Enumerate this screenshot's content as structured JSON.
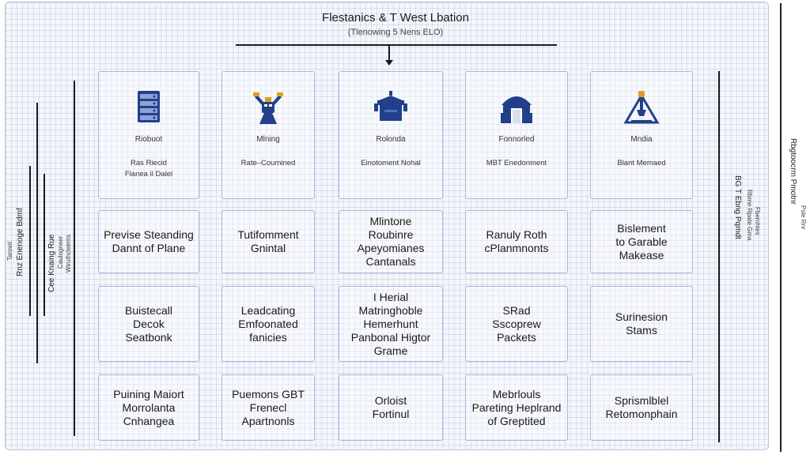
{
  "header": {
    "title": "Flestanics & T West Lbation",
    "subtitle": "(Tlenowing 5 Nens ELO)"
  },
  "columns": [
    {
      "icon": "server-rack-icon",
      "label": "Riobuot",
      "desc_lines": [
        "Ras Riecid",
        "Flanea il Dalel"
      ],
      "rows": [
        [
          "Previse Steanding",
          "Dannt of Plane"
        ],
        [
          "Buistecall",
          "Decok",
          "Seatbonk"
        ],
        [
          "Puining Maiort",
          "Morrolanta",
          "Cnhangea"
        ]
      ]
    },
    {
      "icon": "mining-robot-icon",
      "label": "Mlning",
      "desc_lines": [
        "Rate–Coumined"
      ],
      "rows": [
        [
          "Tutifomment",
          "Gnintal"
        ],
        [
          "Leadcating",
          "Emfoonated",
          "fanicies"
        ],
        [
          "Puemons GBT",
          "Frenecl",
          "Apartnonls"
        ]
      ]
    },
    {
      "icon": "robot-head-icon",
      "label": "Rolonda",
      "desc_lines": [
        "Einotoment Nohal"
      ],
      "rows": [
        [
          "Mlintone",
          "Roubinre",
          "Apeyomianes",
          "Cantanals"
        ],
        [
          "I Herial",
          "Matringhoble",
          "Hemerhunt",
          "Panbonal Higtor",
          "Grame"
        ],
        [
          "Orloist",
          "Fortinul"
        ]
      ]
    },
    {
      "icon": "house-icon",
      "label": "Fonnorled",
      "desc_lines": [
        "MBT Enedonment"
      ],
      "rows": [
        [
          "Ranuly Roth",
          "cPlanmnonts"
        ],
        [
          "SRad",
          "Sscoprew",
          "Packets"
        ],
        [
          "Mebrlouls",
          "Pareting Heplrand",
          "of Greptited"
        ]
      ]
    },
    {
      "icon": "warning-probe-icon",
      "label": "Mndia",
      "desc_lines": [
        "Blant Memaed"
      ],
      "rows": [
        [
          "Bislement",
          "to Garable",
          "Makease"
        ],
        [
          "Surinesion",
          "Stams"
        ],
        [
          "Sprismlblel",
          "Retomonphain"
        ]
      ]
    }
  ],
  "left_side": {
    "outer": [
      "Tarovd",
      "Rnz Enenoge Bdmf"
    ],
    "inner": [
      "Cee Knaing Rue",
      "Caulogneer",
      "Wiruthcleimts"
    ]
  },
  "right_side": {
    "inner": [
      "BG T Ebng Pqmdt",
      "Rbme Rpate Gma",
      "Fbemhtes"
    ],
    "outer": [
      "Rbgtoocrm Pmotnr",
      "Psle Rnr"
    ]
  },
  "colors": {
    "icon_blue": "#22408a",
    "card_border": "#a9b7dc",
    "grid": "#b4c0df"
  }
}
